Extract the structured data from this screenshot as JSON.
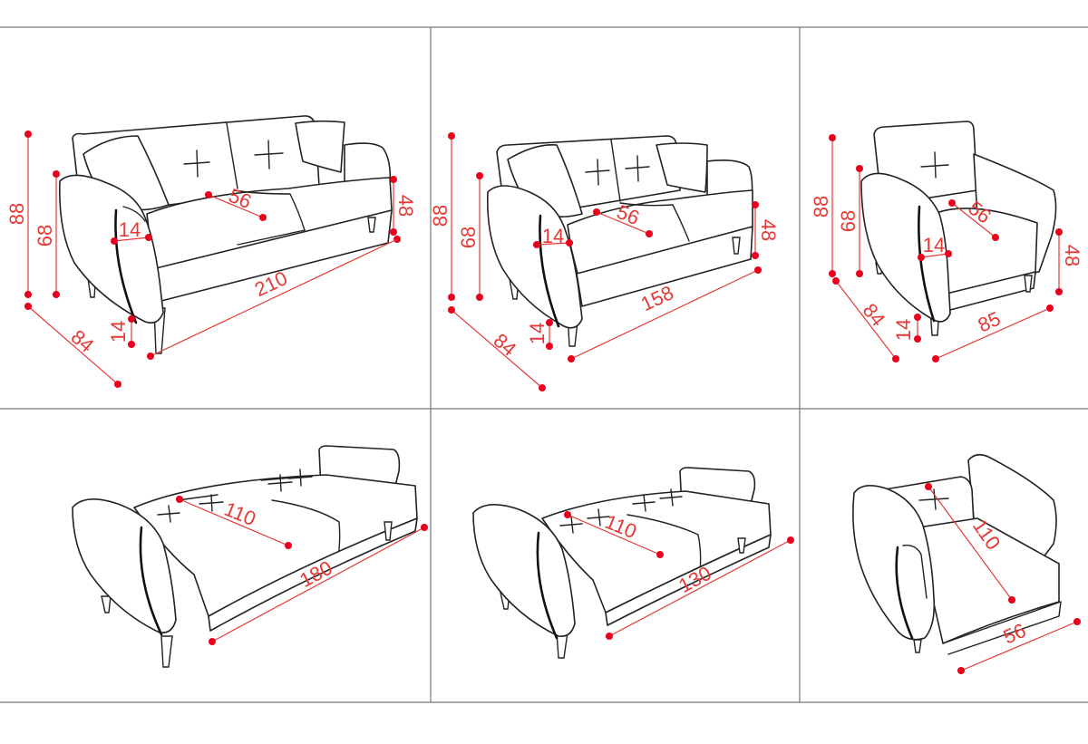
{
  "colors": {
    "dimension": "#e53935",
    "dot": "#e8001c",
    "outline": "#222222",
    "grid": "#777777",
    "background": "#ffffff"
  },
  "panels": {
    "sofa3": {
      "height_total": "88",
      "height_back": "68",
      "depth": "84",
      "arm_width": "14",
      "leg_height": "14",
      "seat_depth": "56",
      "seat_height": "48",
      "width": "210"
    },
    "sofa2": {
      "height_total": "88",
      "height_back": "68",
      "depth": "84",
      "arm_width": "14",
      "leg_height": "14",
      "seat_depth": "56",
      "seat_height": "48",
      "width": "158"
    },
    "armchair": {
      "height_total": "88",
      "height_back": "68",
      "depth": "84",
      "arm_width": "14",
      "leg_height": "14",
      "seat_depth": "56",
      "seat_height": "48",
      "width": "85"
    },
    "bed3": {
      "bed_width": "110",
      "bed_length": "180"
    },
    "bed2": {
      "bed_width": "110",
      "bed_length": "130"
    },
    "bed1": {
      "bed_length": "110",
      "bed_width": "56"
    }
  }
}
